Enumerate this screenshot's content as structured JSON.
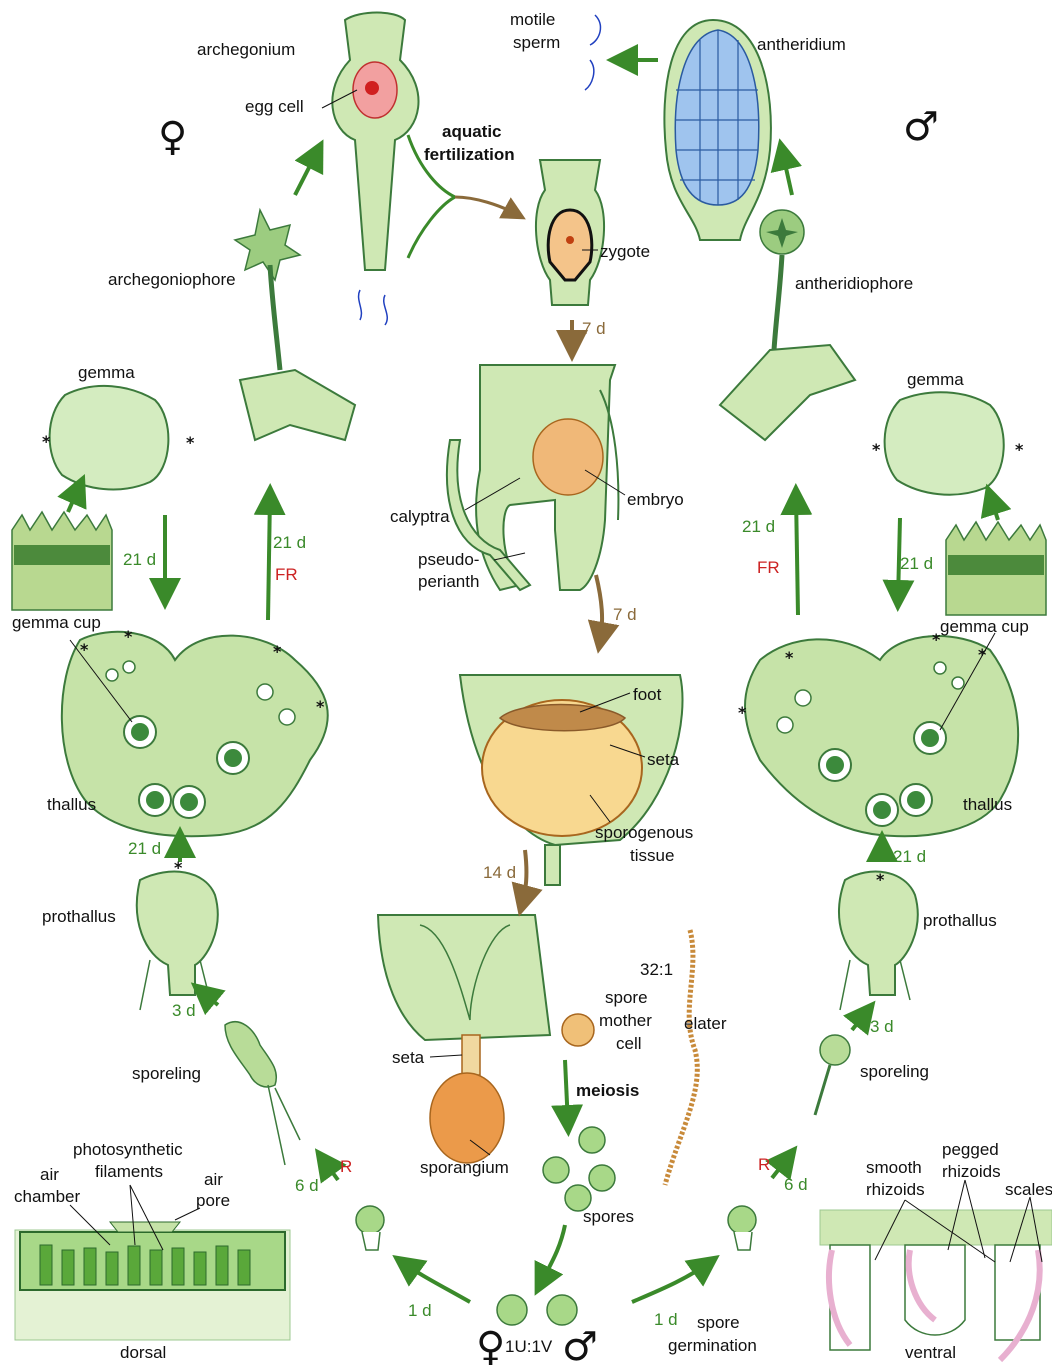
{
  "colors": {
    "plant_fill": "#cfe8b4",
    "plant_stroke": "#3c7a3c",
    "arrow_green": "#3a8a2a",
    "arrow_brown": "#8a6a3a",
    "red_text": "#cc2222",
    "orange": "#e8a25a",
    "blue": "#8fb8e8",
    "pink": "#e8b0d0"
  },
  "symbols": {
    "female": "♀",
    "male": "♂"
  },
  "labels": {
    "archegonium": "archegonium",
    "egg_cell": "egg cell",
    "motile": "motile",
    "sperm": "sperm",
    "antheridium": "antheridium",
    "aquatic": "aquatic",
    "fertilization": "fertilization",
    "zygote": "zygote",
    "archegoniophore": "archegoniophore",
    "antheridiophore": "antheridiophore",
    "gemma_left": "gemma",
    "gemma_right": "gemma",
    "calyptra": "calyptra",
    "embryo": "embryo",
    "pseudo": "pseudo-",
    "perianth": "perianth",
    "gemma_cup_left": "gemma cup",
    "gemma_cup_right": "gemma cup",
    "foot": "foot",
    "seta_mid": "seta",
    "sporogenous": "sporogenous",
    "tissue": "tissue",
    "thallus_left": "thallus",
    "thallus_right": "thallus",
    "prothallus_left": "prothallus",
    "prothallus_right": "prothallus",
    "ratio_32": "32:1",
    "spore": "spore",
    "mother": "mother",
    "cell": "cell",
    "elater": "elater",
    "seta_bottom": "seta",
    "meiosis": "meiosis",
    "sporeling_left": "sporeling",
    "sporeling_right": "sporeling",
    "photosynthetic": "photosynthetic",
    "filaments": "filaments",
    "air_chamber_1": "air",
    "air_chamber_2": "chamber",
    "air_pore_1": "air",
    "air_pore_2": "pore",
    "sporangium": "sporangium",
    "spores": "spores",
    "smooth": "smooth",
    "rhizoids_1": "rhizoids",
    "pegged": "pegged",
    "rhizoids_2": "rhizoids",
    "scales": "scales",
    "dorsal": "dorsal",
    "ratio_1u1v": "1U:1V",
    "spore_germ_1": "spore",
    "spore_germ_2": "germination",
    "ventral": "ventral"
  },
  "times": {
    "t7d_a": "7 d",
    "t7d_b": "7 d",
    "t14d": "14 d",
    "t21d_gemma_left": "21 d",
    "t21d_fr_left": "21 d",
    "fr_left": "FR",
    "t21d_fr_right": "21 d",
    "fr_right": "FR",
    "t21d_gemma_right": "21 d",
    "t21d_thallus_left": "21 d",
    "t21d_thallus_right": "21 d",
    "t3d_left": "3 d",
    "t3d_right": "3 d",
    "r_left": "R",
    "t6d_left": "6 d",
    "r_right": "R",
    "t6d_right": "6 d",
    "t1d_left": "1 d",
    "t1d_right": "1 d"
  },
  "stars": "*"
}
